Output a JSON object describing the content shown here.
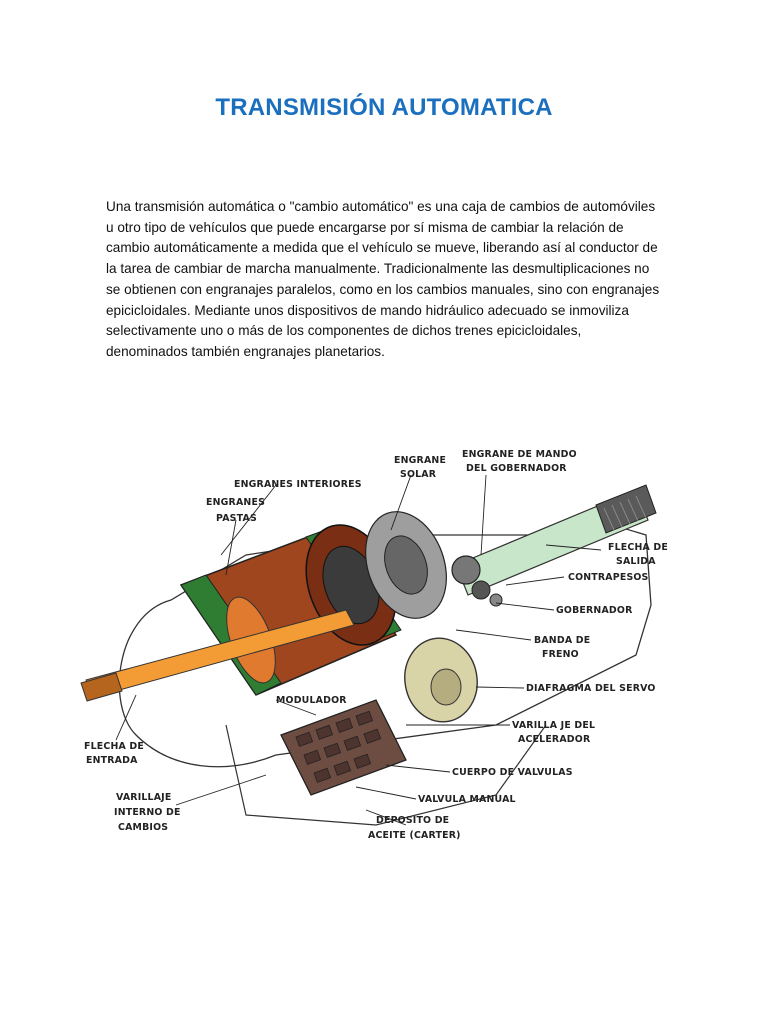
{
  "document": {
    "title": "TRANSMISIÓN AUTOMATICA",
    "paragraph": "Una transmisión automática o \"cambio automático\" es una caja de cambios de automóviles u otro tipo de vehículos que puede encargarse por sí misma de cambiar la relación de cambio automáticamente a medida que el vehículo se mueve, liberando así al conductor de la tarea de cambiar de marcha manualmente. Tradicionalmente las desmultiplicaciones no se obtienen con engranajes paralelos, como en los cambios manuales, sino con engranajes epicicloidales. Mediante unos dispositivos de mando hidráulico adecuado se inmoviliza selectivamente uno o más de los componentes de dichos trenes epicicloidales, denominados también engranajes planetarios."
  },
  "diagram": {
    "labels": {
      "engranes_interiores": "ENGRANES INTERIORES",
      "engranes_pastas_1": "ENGRANES",
      "engranes_pastas_2": "PASTAS",
      "engrane_solar_1": "ENGRANE",
      "engrane_solar_2": "SOLAR",
      "engrane_mando_1": "ENGRANE DE MANDO",
      "engrane_mando_2": "DEL GOBERNADOR",
      "flecha_salida_1": "FLECHA DE",
      "flecha_salida_2": "SALIDA",
      "contrapesos": "CONTRAPESOS",
      "gobernador": "GOBERNADOR",
      "banda_freno_1": "BANDA DE",
      "banda_freno_2": "FRENO",
      "diafragma": "DIAFRAGMA DEL SERVO",
      "modulador": "MODULADOR",
      "varillaje_acel_1": "VARILLA JE DEL",
      "varillaje_acel_2": "ACELERADOR",
      "cuerpo_valvulas": "CUERPO DE VALVULAS",
      "valvula_manual": "VALVULA MANUAL",
      "deposito_1": "DEPOSITO DE",
      "deposito_2": "ACEITE (CARTER)",
      "flecha_entrada_1": "FLECHA DE",
      "flecha_entrada_2": "ENTRADA",
      "varillaje_int_1": "VARILLAJE",
      "varillaje_int_2": "INTERNO DE",
      "varillaje_int_3": "CAMBIOS"
    }
  }
}
